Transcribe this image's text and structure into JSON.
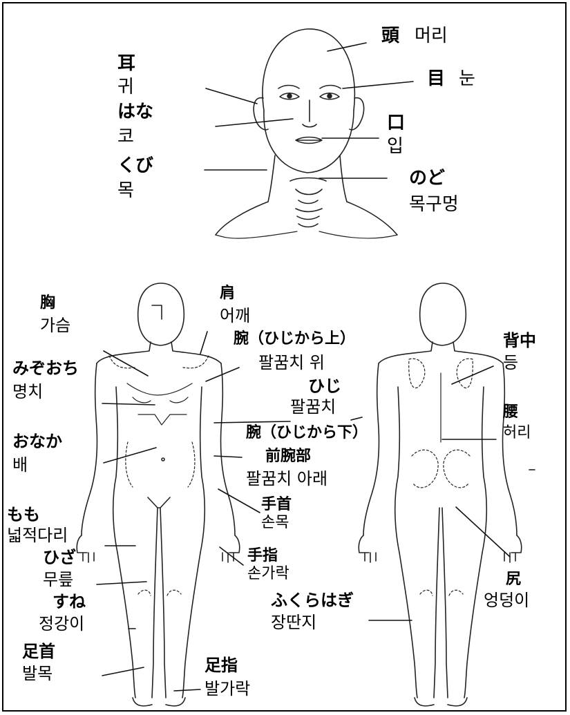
{
  "labels": {
    "head": {
      "ja": "頭",
      "ko": "머리"
    },
    "eye": {
      "ja": "目",
      "ko": "눈"
    },
    "ear": {
      "ja": "耳",
      "ko": "귀"
    },
    "nose": {
      "ja": "はな",
      "ko": "코"
    },
    "mouth": {
      "ja": "口",
      "ko": "입"
    },
    "neck": {
      "ja": "くび",
      "ko": "목"
    },
    "throat": {
      "ja": "のど",
      "ko": "목구멍"
    },
    "chest": {
      "ja": "胸",
      "ko": "가슴"
    },
    "shoulder": {
      "ja": "肩",
      "ko": "어깨"
    },
    "upper_arm": {
      "ja": "腕（ひじから上）",
      "ko": "팔꿈치 위"
    },
    "solar_plexus": {
      "ja": "みぞおち",
      "ko": "명치"
    },
    "elbow": {
      "ja": "ひじ",
      "ko": "팔꿈치"
    },
    "forearm": {
      "ja": "腕（ひじから下）",
      "ja2": "前腕部",
      "ko": "팔꿈치 아래"
    },
    "belly": {
      "ja": "おなか",
      "ko": "배"
    },
    "wrist": {
      "ja": "手首",
      "ko": "손목"
    },
    "thigh": {
      "ja": "もも",
      "ko": "넓적다리"
    },
    "finger": {
      "ja": "手指",
      "ko": "손가락"
    },
    "knee": {
      "ja": "ひざ",
      "ko": "무릎"
    },
    "shin": {
      "ja": "すね",
      "ko": "정강이"
    },
    "ankle": {
      "ja": "足首",
      "ko": "발목"
    },
    "toe": {
      "ja": "足指",
      "ko": "발가락"
    },
    "back": {
      "ja": "背中",
      "ko": "등"
    },
    "waist": {
      "ja": "腰",
      "ko": "허리"
    },
    "buttocks": {
      "ja": "尻",
      "ko": "엉덩이"
    },
    "calf": {
      "ja": "ふくらはぎ",
      "ko": "장딴지"
    }
  }
}
